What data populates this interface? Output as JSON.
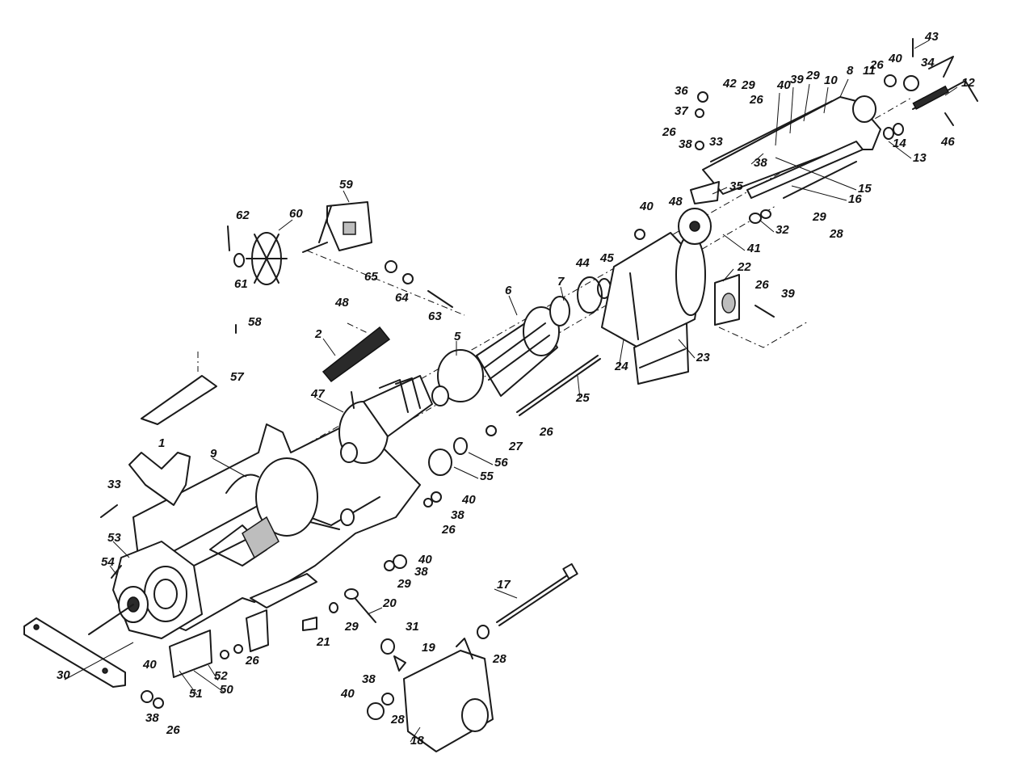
{
  "diagram": {
    "type": "exploded-parts-diagram",
    "callouts": [
      "1",
      "2",
      "5",
      "6",
      "7",
      "8",
      "9",
      "10",
      "11",
      "12",
      "13",
      "14",
      "15",
      "16",
      "17",
      "18",
      "19",
      "20",
      "21",
      "22",
      "23",
      "24",
      "25",
      "26",
      "27",
      "28",
      "29",
      "30",
      "31",
      "32",
      "33",
      "34",
      "35",
      "36",
      "37",
      "38",
      "39",
      "40",
      "41",
      "42",
      "43",
      "44",
      "45",
      "46",
      "47",
      "48",
      "50",
      "51",
      "52",
      "53",
      "54",
      "55",
      "56",
      "57",
      "58",
      "59",
      "60",
      "61",
      "62",
      "63",
      "64",
      "65"
    ]
  }
}
